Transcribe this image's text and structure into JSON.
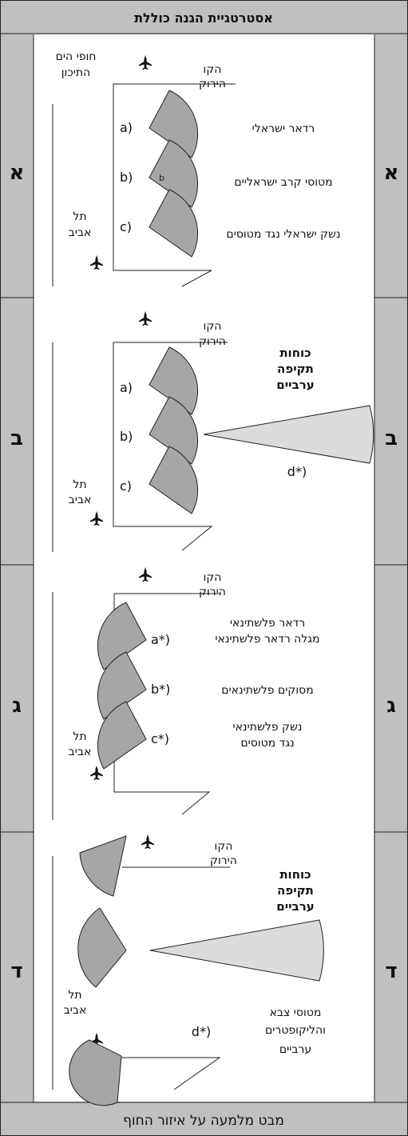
{
  "title": "אסטרטגיית הגנה כוללת",
  "footer": "מבט מלמעה על איזור החוף",
  "colors": {
    "sector": "#a6a6a6",
    "attack": "#dcdcdc",
    "frame": "#c0c0c0",
    "line": "#222222"
  },
  "panels": [
    {
      "side_label": "א",
      "sea_label": [
        "חופי הים",
        "התיכון"
      ],
      "green_line": [
        "הקו",
        "הירוק"
      ],
      "city": [
        "תל",
        "אביב"
      ],
      "letters": [
        "a)",
        "b)",
        "c)"
      ],
      "inner_letter": "b",
      "descriptions": [
        [
          "רדאר ישראלי"
        ],
        [
          "מטוסי קרב ישראליים"
        ],
        [
          "נשק ישראלי נגד מטוסים"
        ]
      ]
    },
    {
      "side_label": "ב",
      "green_line": [
        "הקו",
        "הירוק"
      ],
      "city": [
        "תל",
        "אביב"
      ],
      "letters": [
        "a)",
        "b)",
        "c)"
      ],
      "attack": [
        "כוחות",
        "תקיפה",
        "ערביים"
      ],
      "attack_letter": "d*)"
    },
    {
      "side_label": "ג",
      "green_line": [
        "הקו",
        "הירוק"
      ],
      "city": [
        "תל",
        "אביב"
      ],
      "letters": [
        "a*)",
        "b*)",
        "c*)"
      ],
      "descriptions": [
        [
          "רדאר פלשתינאי",
          "מגלה רדאר פלשתינאי"
        ],
        [
          "מסוקים פלשתינאים"
        ],
        [
          "נשק פלשתינאי",
          "נגד מטוסים"
        ]
      ]
    },
    {
      "side_label": "ד",
      "green_line": [
        "הקו",
        "הירוק"
      ],
      "city": [
        "תל",
        "אביב"
      ],
      "attack": [
        "כוחות",
        "תקיפה",
        "ערביים"
      ],
      "attack_letter": "d*)",
      "descriptions": [
        [
          "מטוסי צבא",
          "והליקופטרים",
          "ערביים"
        ]
      ]
    }
  ]
}
